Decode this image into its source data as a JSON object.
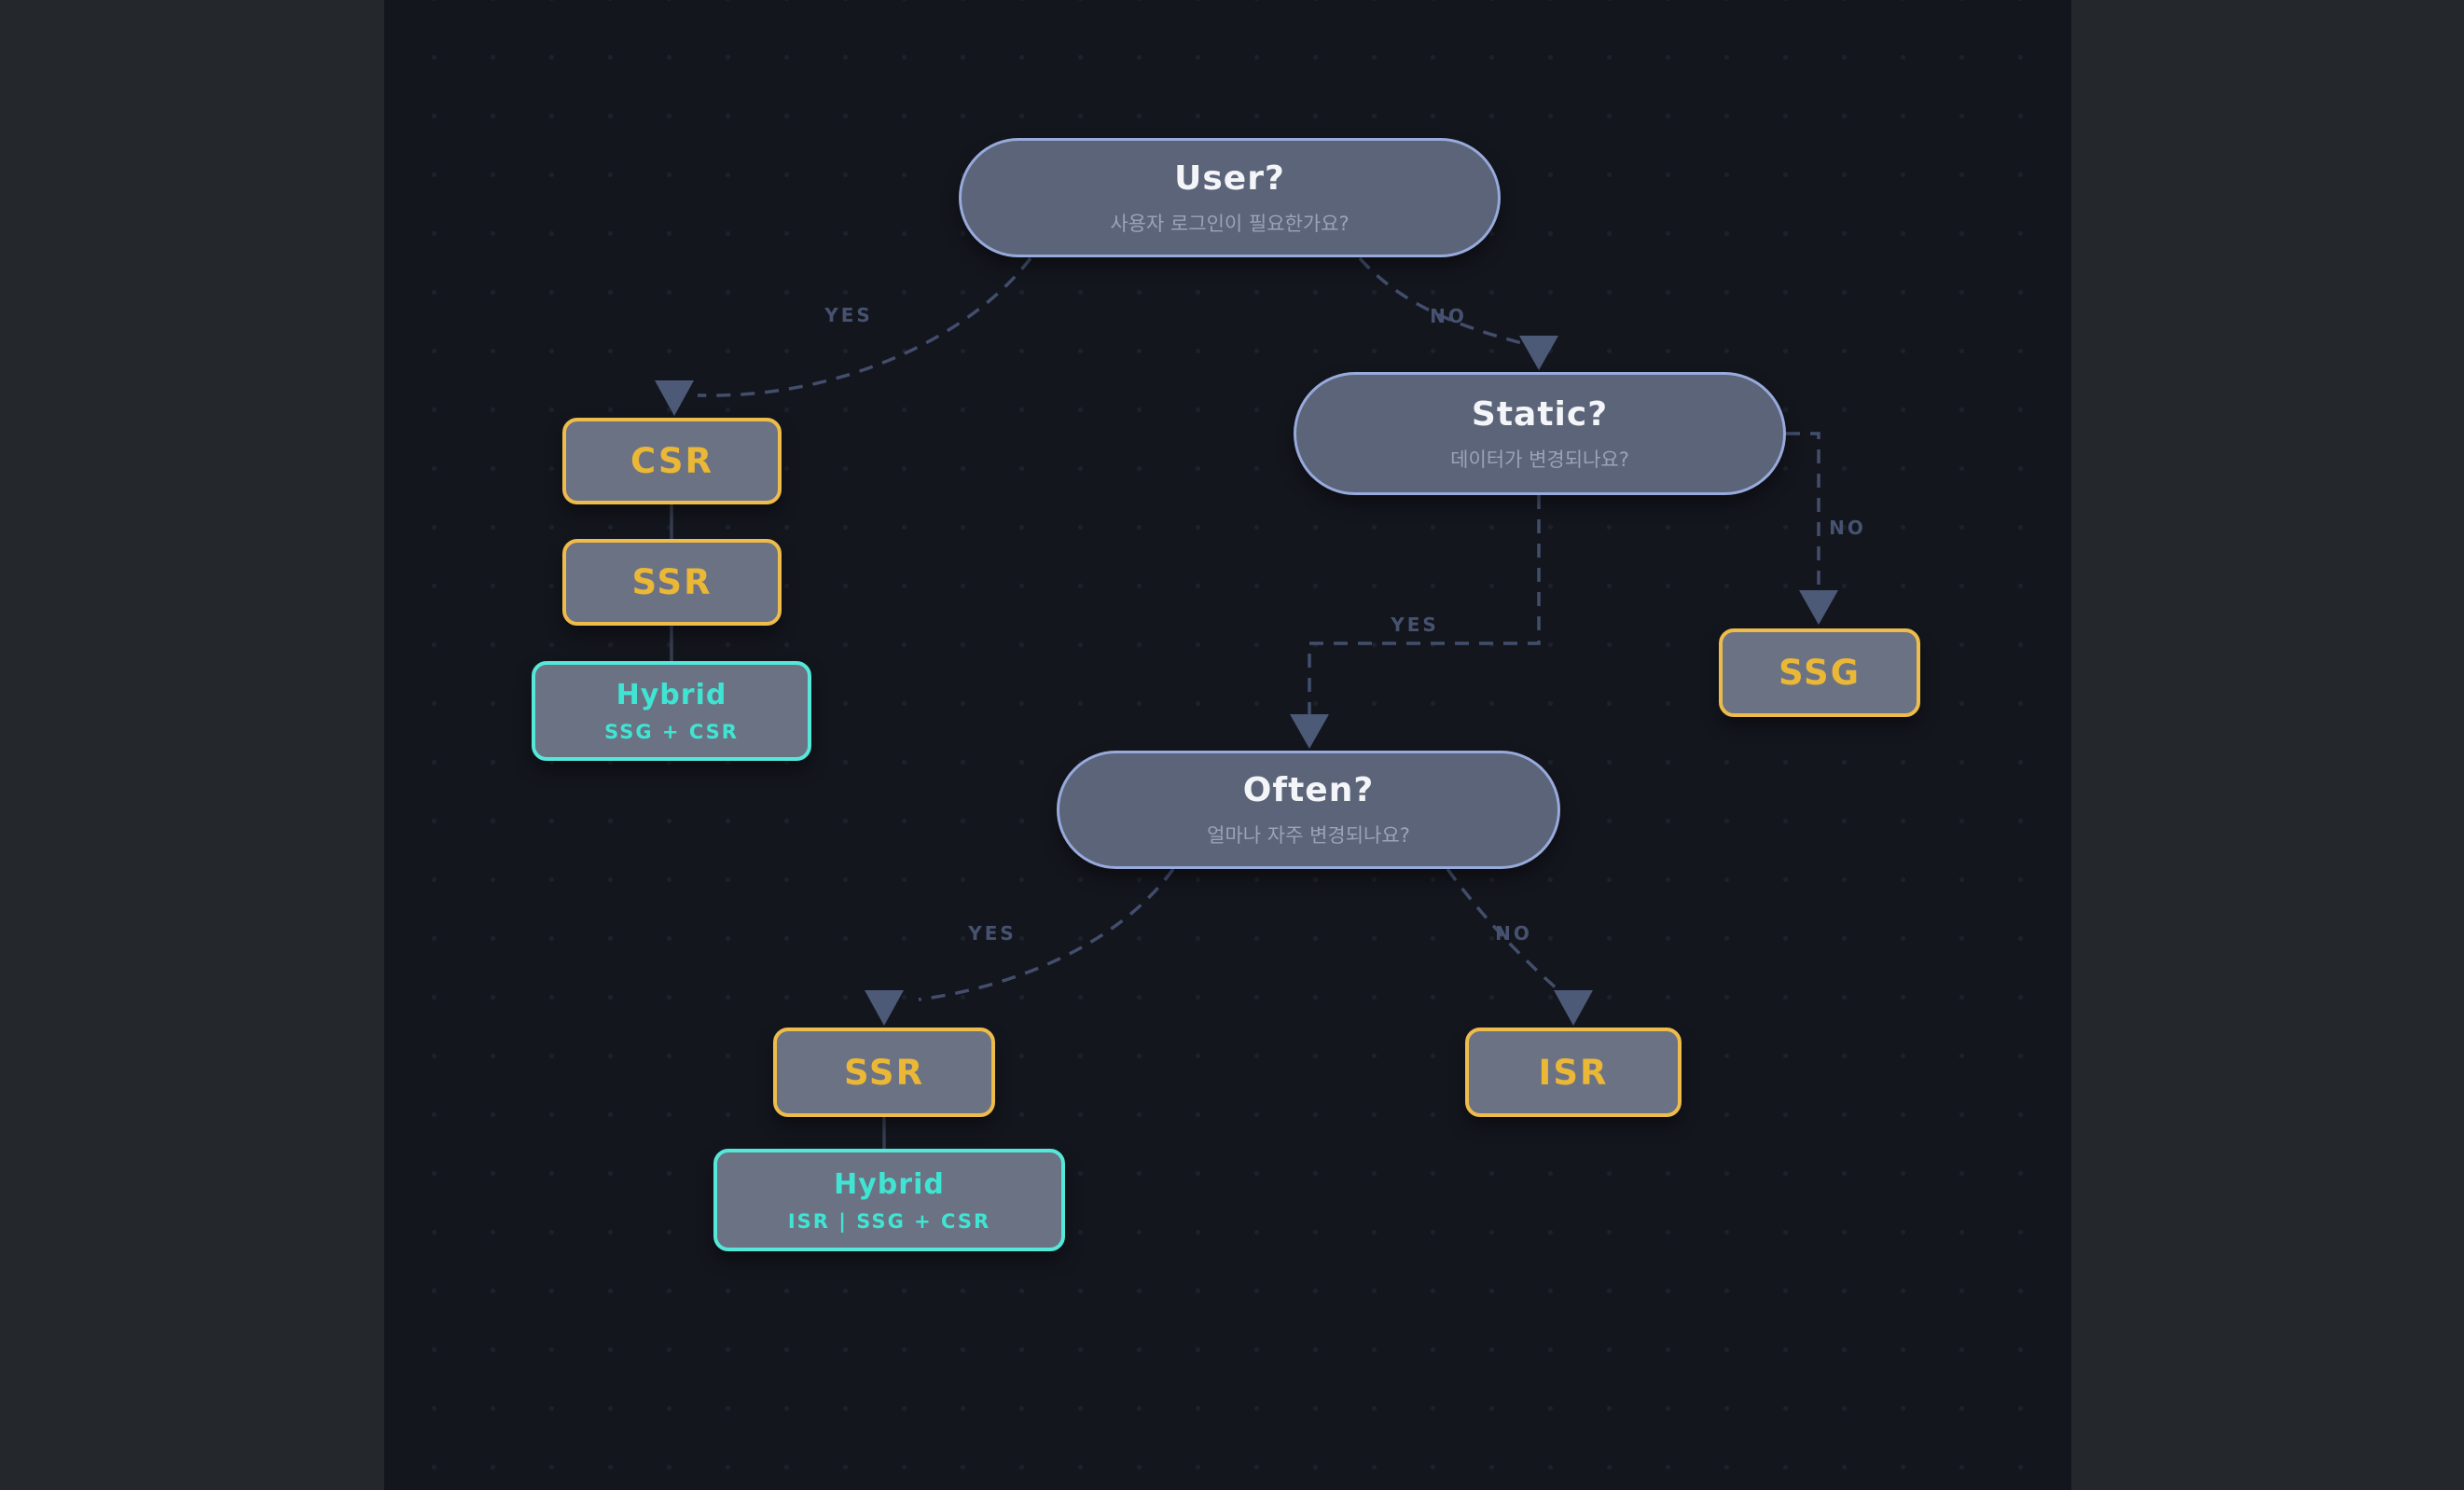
{
  "diagram": {
    "nodes": {
      "user": {
        "title": "User?",
        "subtitle": "사용자 로그인이 필요한가요?"
      },
      "static": {
        "title": "Static?",
        "subtitle": "데이터가 변경되나요?"
      },
      "often": {
        "title": "Often?",
        "subtitle": "얼마나 자주 변경되나요?"
      },
      "csr": {
        "label": "CSR"
      },
      "ssr_left": {
        "label": "SSR"
      },
      "hybrid_left": {
        "title": "Hybrid",
        "subtitle": "SSG + CSR"
      },
      "ssg": {
        "label": "SSG"
      },
      "ssr_bottom": {
        "label": "SSR"
      },
      "hybrid_bottom": {
        "title": "Hybrid",
        "subtitle": "ISR | SSG + CSR"
      },
      "isr": {
        "label": "ISR"
      }
    },
    "edge_labels": {
      "user_yes": "YES",
      "user_no": "NO",
      "static_yes": "YES",
      "static_no": "NO",
      "often_yes": "YES",
      "often_no": "NO"
    },
    "colors": {
      "canvas_bg": "#14161e",
      "margin_bg": "#24282c",
      "pill_fill": "#5b6478",
      "pill_border": "#97aadb",
      "accent_yellow": "#eebc4a",
      "accent_cyan": "#55e8d8",
      "edge_line": "#424e6c",
      "solid_line": "#373e52",
      "arrowhead": "#4c5a78"
    }
  }
}
